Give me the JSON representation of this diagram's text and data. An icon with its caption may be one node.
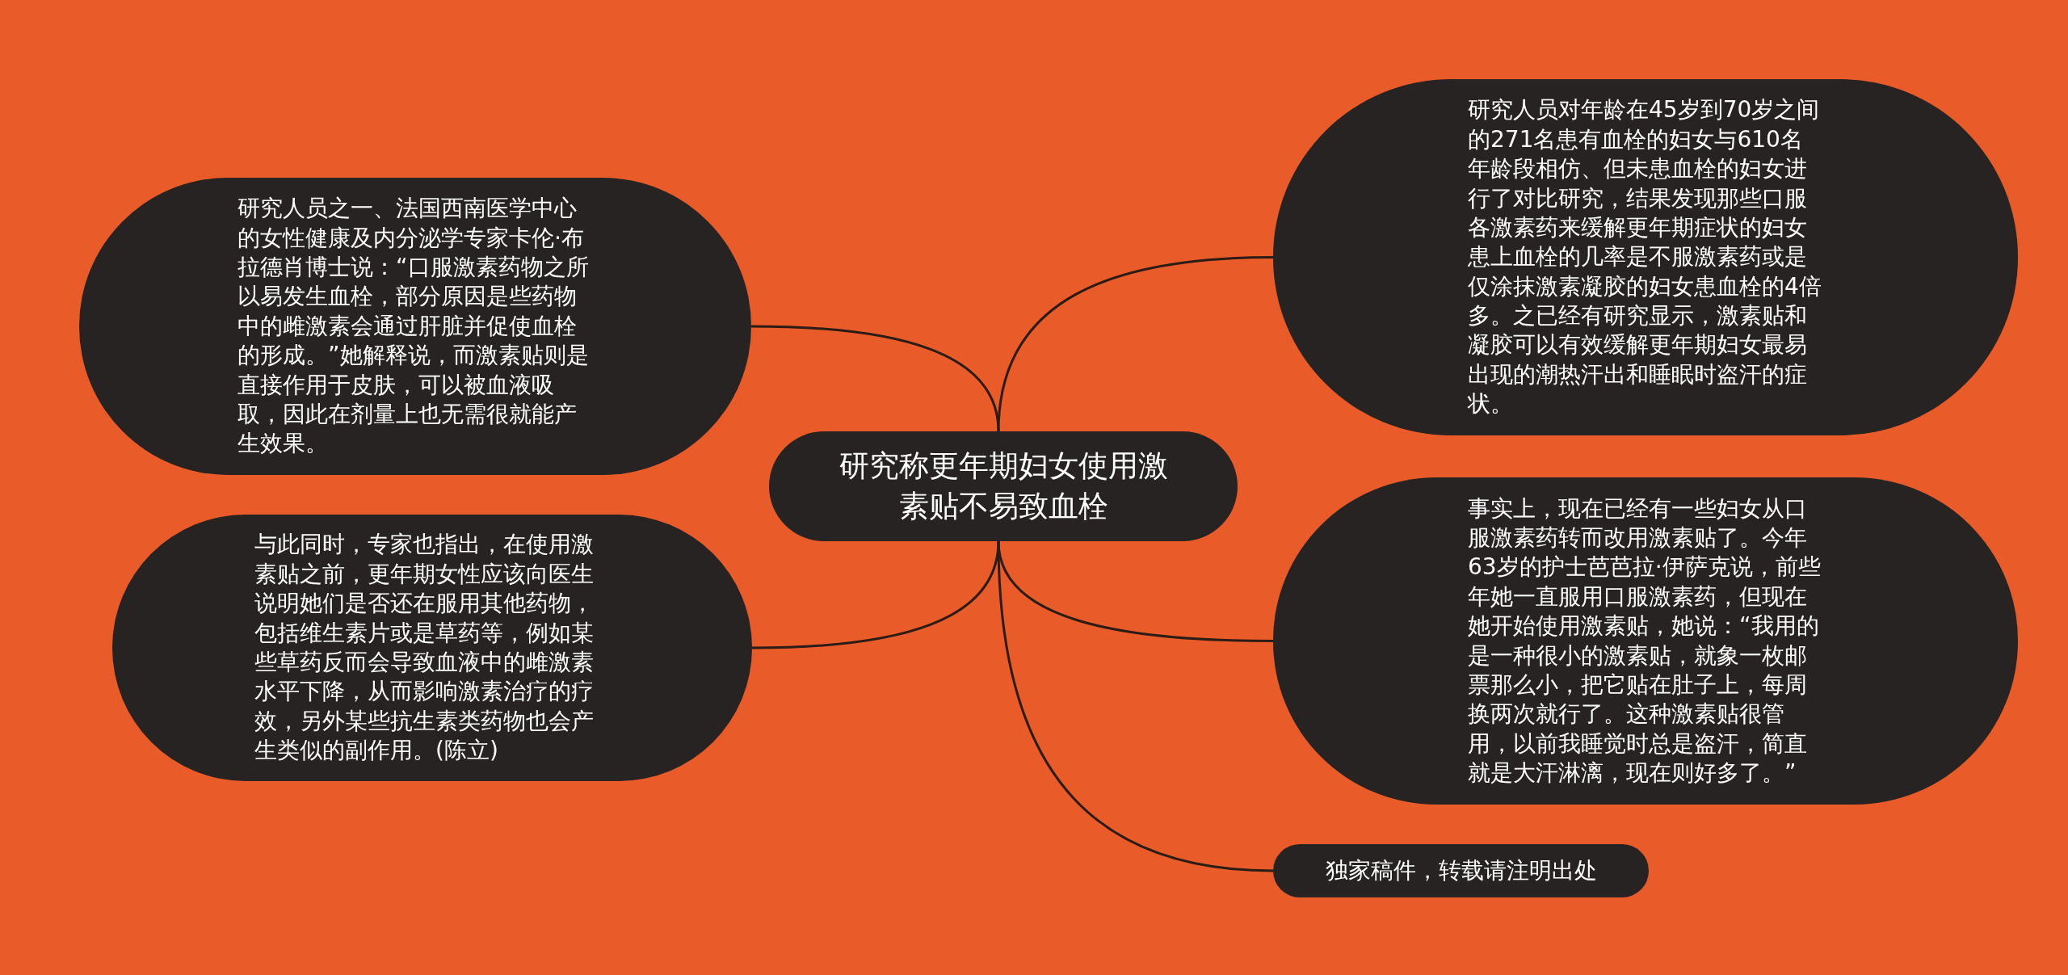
{
  "diagram": {
    "nodes": [
      {
        "text": [
          "研究称更年期妇女使用激素贴不易致血栓"
        ]
      },
      {
        "text": [
          "研究人员之一、法国西南医学中心的女性健康及内分泌学专家卡伦·布拉德肖博士说：“口服激素药物之所以易发生血栓，部分原因是些药物中的雌激素会通过肝脏并促使血栓的形成。”她解释说，而激素贴则是直接作用于皮肤，可以被血液吸取，因此在剂量上也无需很就能产生效果。"
        ]
      },
      {
        "text": [
          "研究人员对年龄在45岁到70岁之间的271名患有血栓的妇女与610名年龄段相仿、但未患血栓的妇女进行了对比研究，结果发现那些口服各激素药来缓解更年期症状的妇女患上血栓的几率是不服激素药或是仅涂抹激素凝胶的妇女患血栓的4倍多。之已经有研究显示，激素贴和凝胶可以有效缓解更年期妇女最易出现的潮热汗出和睡眠时盗汗的症状。"
        ]
      },
      {
        "text": [
          "与此同时，专家也指出，在使用激素贴之前，更年期女性应该向医生说明她们是否还在服用其他药物，包括维生素片或是草药等，例如某些草药反而会导致血液中的雌激素水平下降，从而影响激素治疗的疗效，另外某些抗生素类药物也会产生类似的副作用。(陈立)"
        ]
      },
      {
        "text": [
          "事实上，现在已经有一些妇女从口服激素药转而改用激素贴了。今年63岁的护士芭芭拉·伊萨克说，前些年她一直服用口服激素药，但现在她开始使用激素贴，她说：“我用的是一种很小的激素贴，就象一枚邮票那么小，把它贴在肚子上，每周换两次就行了。这种激素贴很管用，以前我睡觉时总是盗汗，简直就是大汗淋漓，现在则好多了。”"
        ]
      },
      {
        "text": [
          "独家稿件，转载请注明出处"
        ]
      }
    ],
    "edges": [
      {
        "from": 0,
        "to": 1,
        "arrow": "none"
      },
      {
        "from": 0,
        "to": 2,
        "arrow": "none"
      },
      {
        "from": 0,
        "to": 3,
        "arrow": "none"
      },
      {
        "from": 0,
        "to": 4,
        "arrow": "none"
      },
      {
        "from": 0,
        "to": 5,
        "arrow": "none"
      }
    ]
  }
}
